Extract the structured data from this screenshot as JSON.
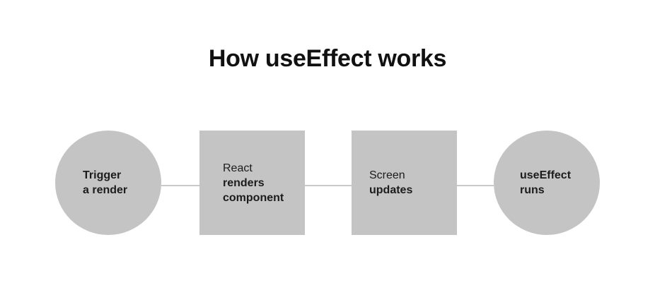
{
  "title": "How useEffect works",
  "colors": {
    "background": "#ffffff",
    "shape_fill": "#c4c4c4",
    "connector": "#c9c9c9",
    "title_text": "#111111",
    "node_text": "#1c1c1c"
  },
  "flow": {
    "nodes": [
      {
        "id": "trigger-a-render",
        "shape": "circle",
        "lines": [
          {
            "text": "Trigger",
            "bold": true
          },
          {
            "text": "a render",
            "bold": true
          }
        ]
      },
      {
        "id": "react-renders-component",
        "shape": "square",
        "lines": [
          {
            "text": "React",
            "bold": false
          },
          {
            "text": "renders",
            "bold": true
          },
          {
            "text": "component",
            "bold": true
          }
        ]
      },
      {
        "id": "screen-updates",
        "shape": "square",
        "lines": [
          {
            "text": "Screen",
            "bold": false
          },
          {
            "text": "updates",
            "bold": true
          }
        ]
      },
      {
        "id": "useeffect-runs",
        "shape": "circle",
        "lines": [
          {
            "text": "useEffect",
            "bold": true
          },
          {
            "text": "runs",
            "bold": true
          }
        ]
      }
    ]
  }
}
